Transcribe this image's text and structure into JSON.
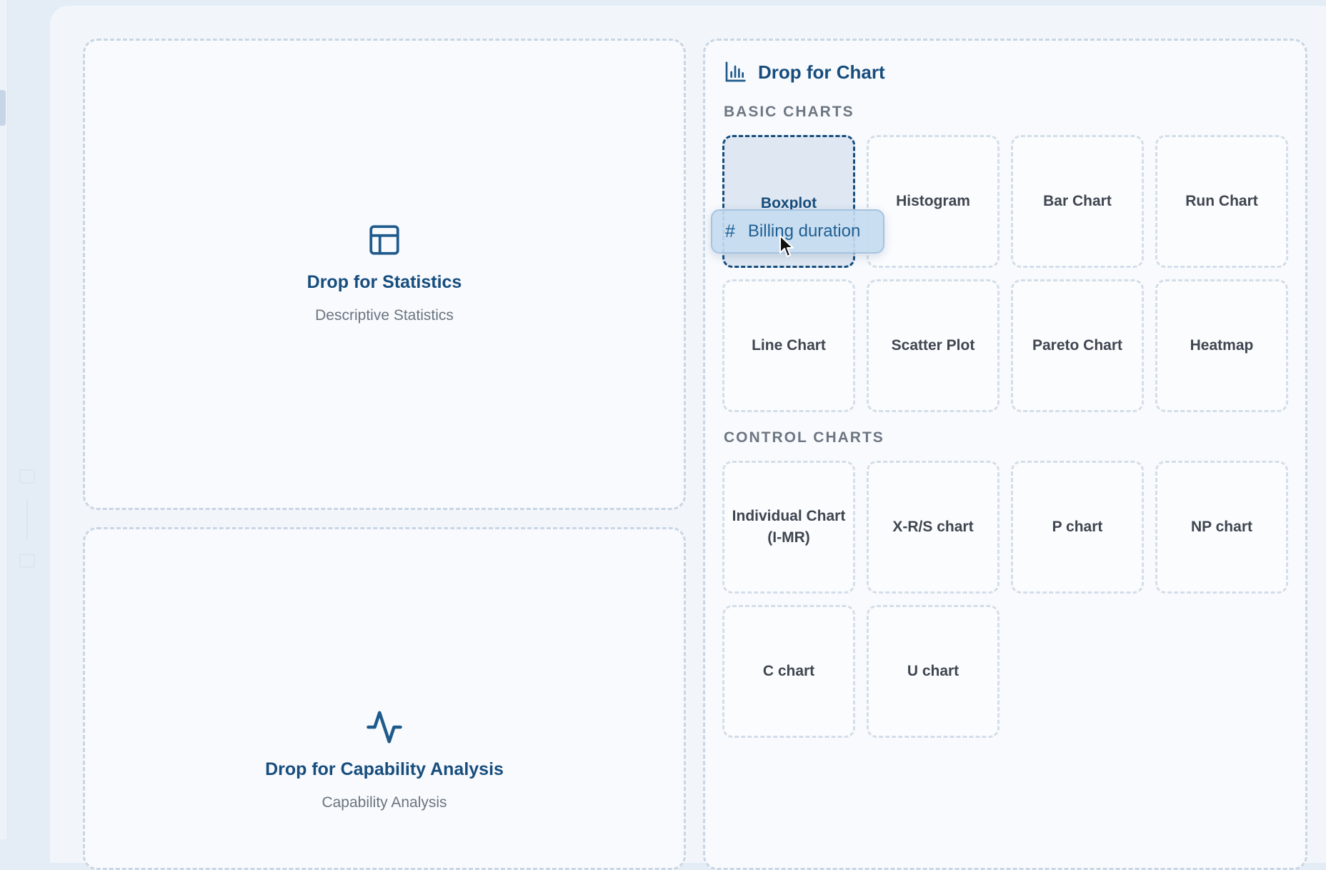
{
  "statistics_zone": {
    "title": "Drop for Statistics",
    "subtitle": "Descriptive Statistics",
    "icon": "table-icon"
  },
  "capability_zone": {
    "title": "Drop for Capability Analysis",
    "subtitle": "Capability Analysis",
    "icon": "pulse-icon"
  },
  "chart_zone": {
    "title": "Drop for Chart",
    "icon": "bar-chart-icon",
    "basic_label": "BASIC CHARTS",
    "basic_charts": [
      "Boxplot",
      "Histogram",
      "Bar Chart",
      "Run Chart",
      "Line Chart",
      "Scatter Plot",
      "Pareto Chart",
      "Heatmap"
    ],
    "control_label": "CONTROL CHARTS",
    "control_charts": [
      "Individual Chart (I-MR)",
      "X-R/S chart",
      "P chart",
      "NP chart",
      "C chart",
      "U chart"
    ]
  },
  "drag_chip": {
    "icon": "hash-icon",
    "label": "Billing duration"
  },
  "colors": {
    "accent": "#174d7d",
    "muted_text": "#6b7480",
    "dashed_border": "#c9d6e4"
  }
}
